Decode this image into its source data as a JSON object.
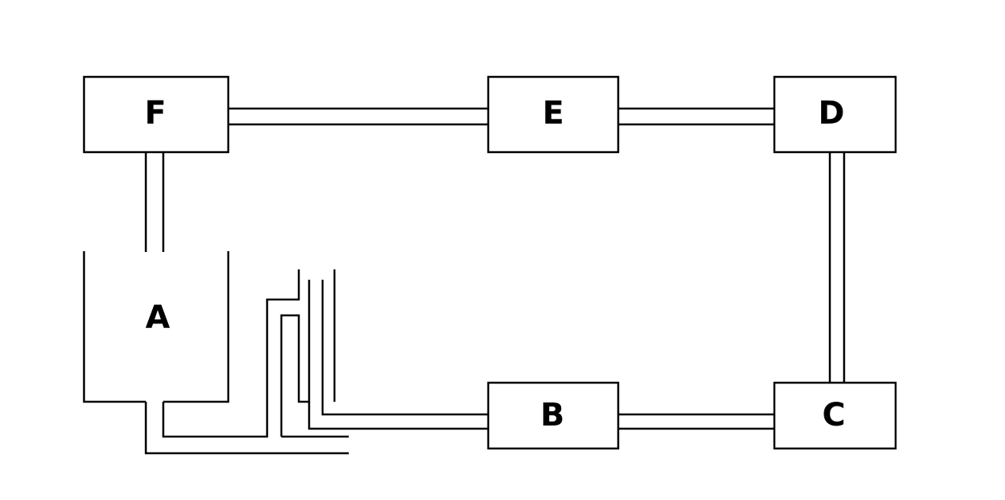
{
  "diagram": {
    "nodes": {
      "A": {
        "label": "A"
      },
      "B": {
        "label": "B"
      },
      "C": {
        "label": "C"
      },
      "D": {
        "label": "D"
      },
      "E": {
        "label": "E"
      },
      "F": {
        "label": "F"
      }
    },
    "connections": [
      {
        "from": "F",
        "to": "E"
      },
      {
        "from": "E",
        "to": "D"
      },
      {
        "from": "D",
        "to": "C"
      },
      {
        "from": "C",
        "to": "B"
      },
      {
        "from": "B",
        "to": "A"
      },
      {
        "from": "F",
        "to": "A"
      }
    ],
    "colors": {
      "line": "#000000",
      "background": "#ffffff"
    }
  }
}
